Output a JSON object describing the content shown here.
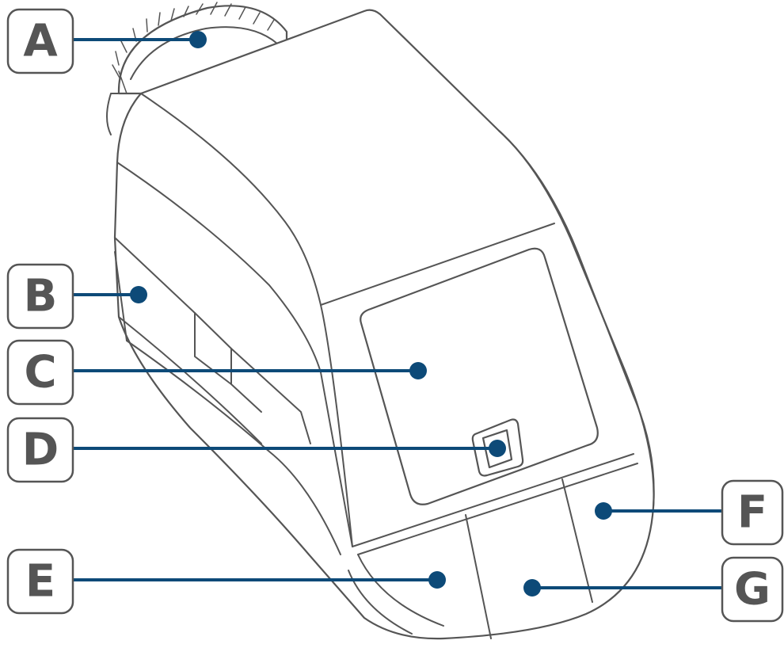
{
  "callouts": [
    {
      "id": "A",
      "label": "A"
    },
    {
      "id": "B",
      "label": "B"
    },
    {
      "id": "C",
      "label": "C"
    },
    {
      "id": "D",
      "label": "D"
    },
    {
      "id": "E",
      "label": "E"
    },
    {
      "id": "F",
      "label": "F"
    },
    {
      "id": "G",
      "label": "G"
    }
  ],
  "colors": {
    "leader": "#0d4a78",
    "outline": "#555555",
    "label_text": "#555555",
    "background": "#ffffff"
  }
}
